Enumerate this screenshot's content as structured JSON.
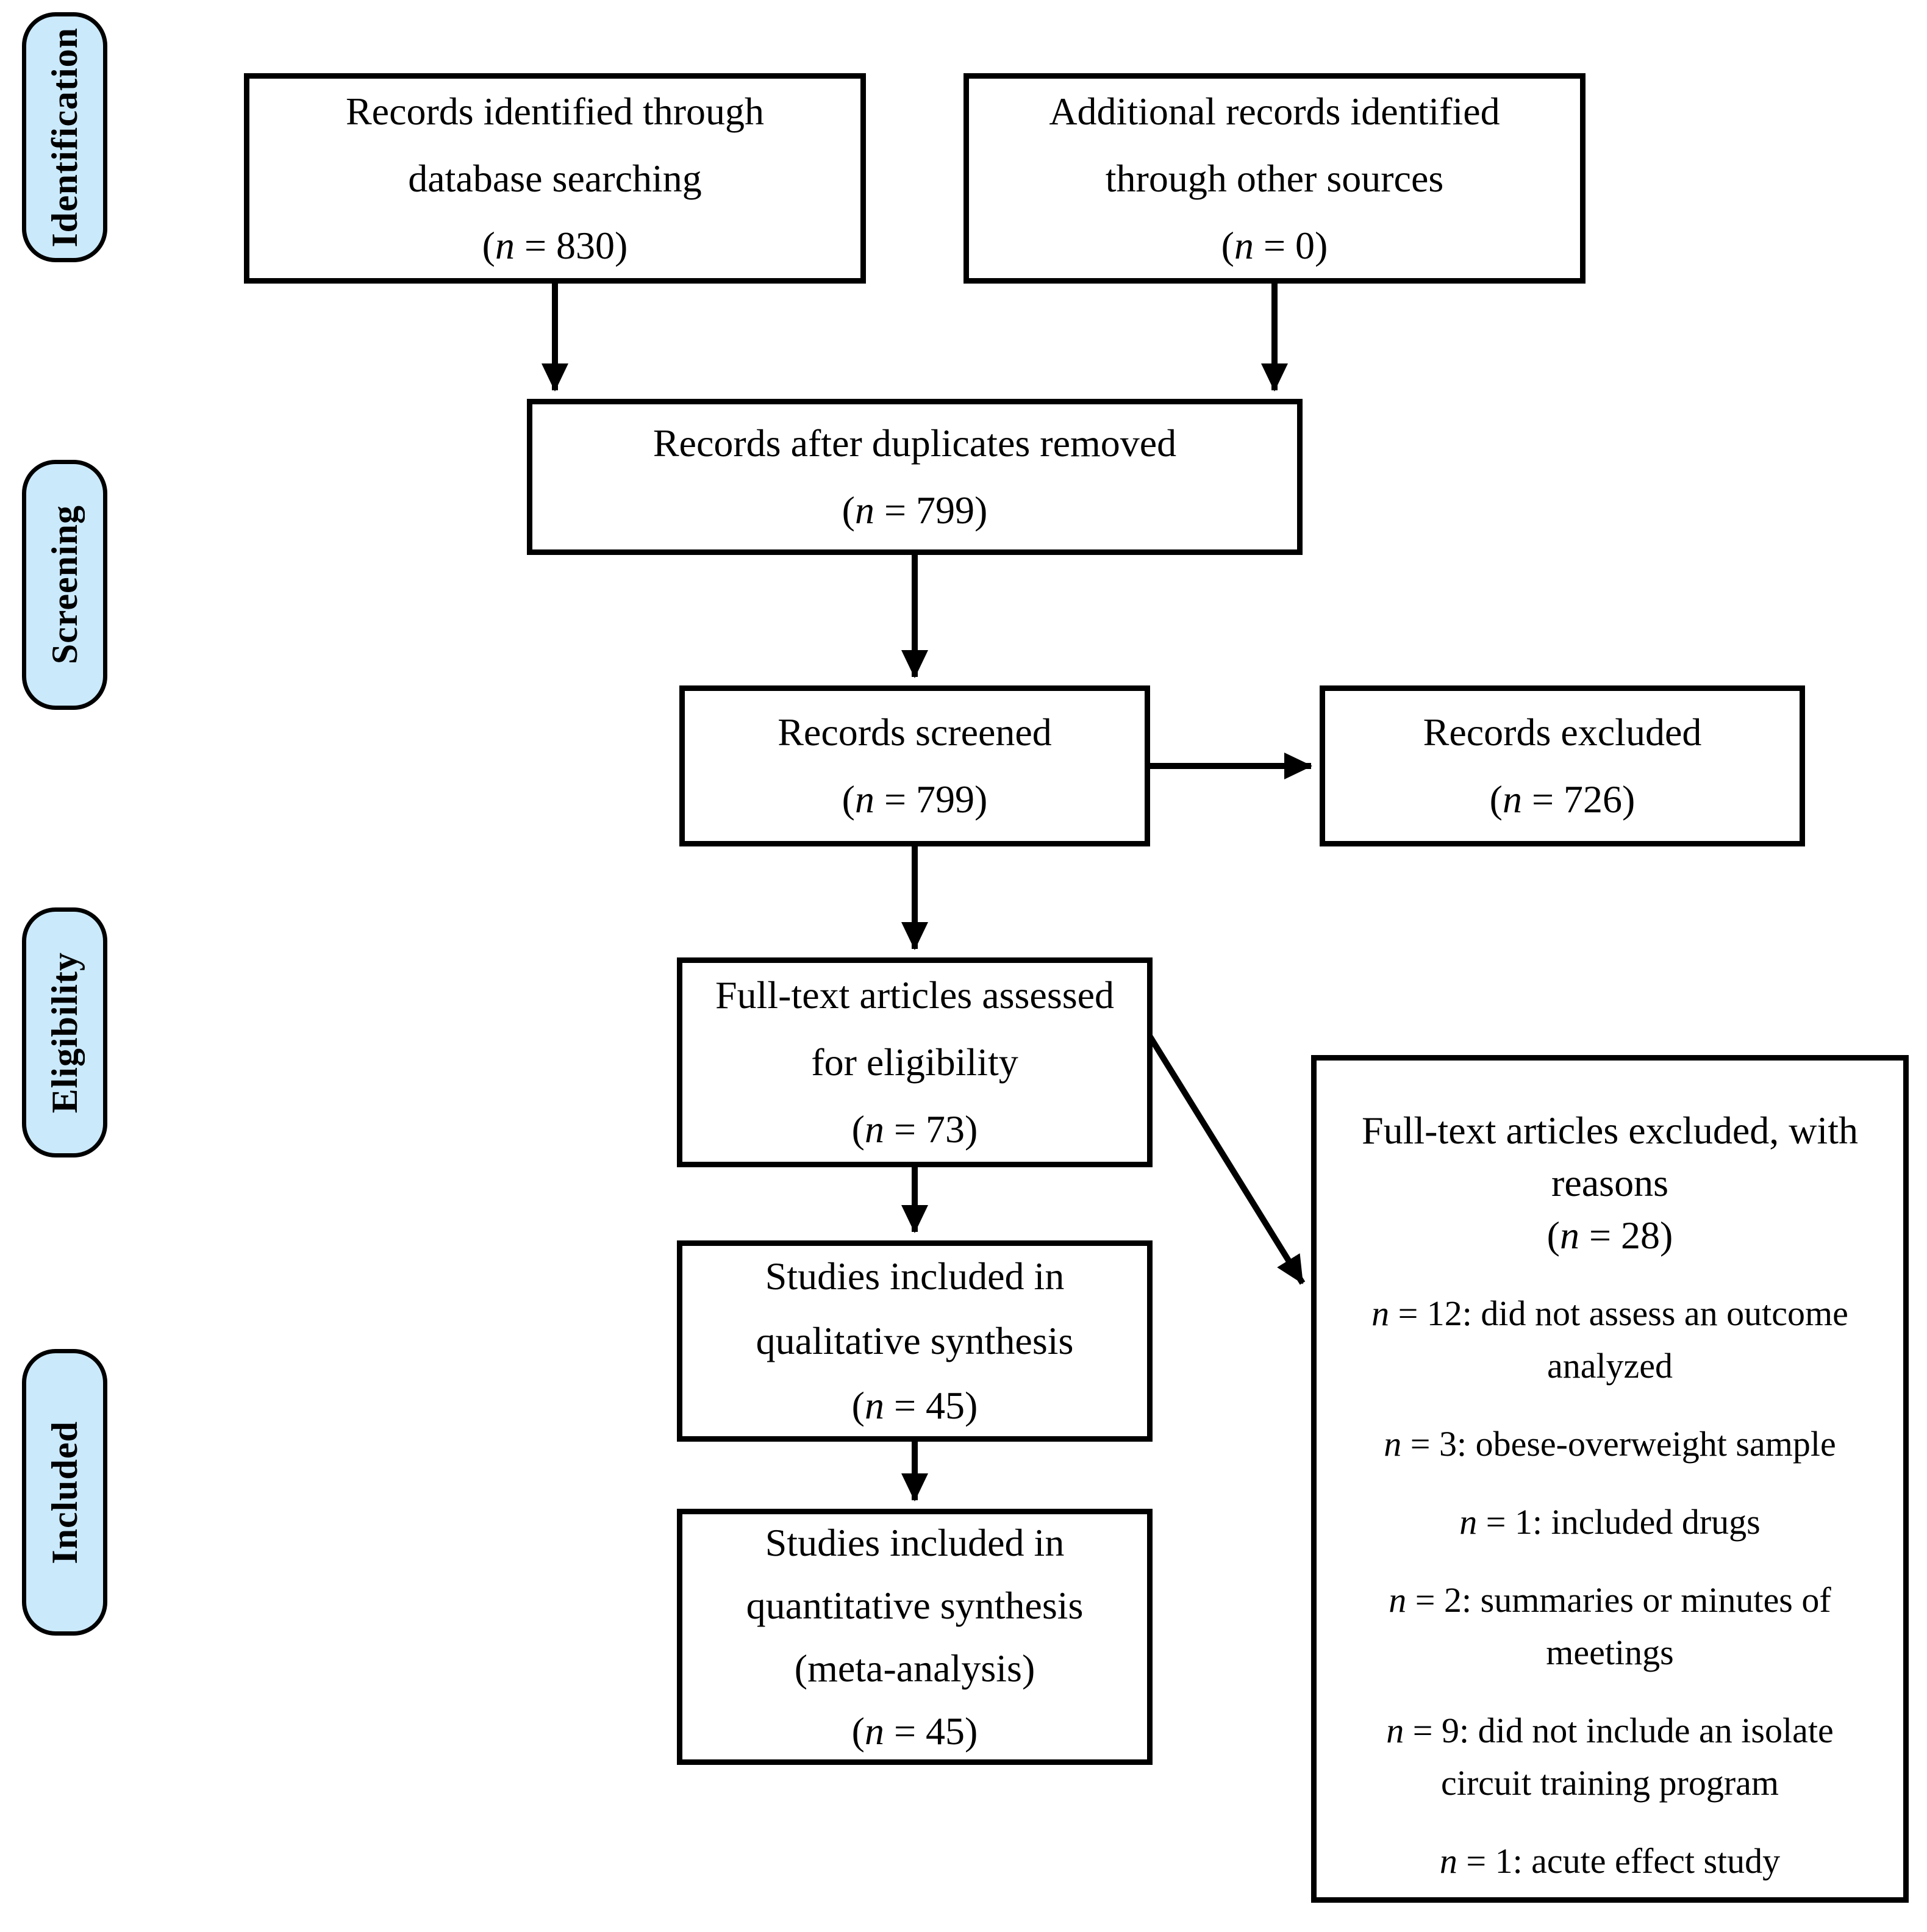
{
  "title": "PRISMA flow diagram",
  "colors": {
    "stage_fill": "#CAE9FB",
    "border": "#000000",
    "box_fill": "#FFFFFF"
  },
  "sidebar": {
    "labels": [
      {
        "id": "identification",
        "text": "Identification"
      },
      {
        "id": "screening",
        "text": "Screening"
      },
      {
        "id": "eligibility",
        "text": "Eligibility"
      },
      {
        "id": "included",
        "text": "Included"
      }
    ]
  },
  "boxes": {
    "identified": {
      "line1": "Records identified through",
      "line2": "database searching",
      "count": "(n = 830)"
    },
    "additional": {
      "line1": "Additional records identified",
      "line2": "through other sources",
      "count": "(n = 0)"
    },
    "duplicates": {
      "line1": "Records after duplicates removed",
      "count": "(n = 799)"
    },
    "screened": {
      "line1": "Records screened",
      "count": "(n = 799)"
    },
    "excluded": {
      "line1": "Records excluded",
      "count": "(n = 726)"
    },
    "fulltext": {
      "line1": "Full-text articles assessed",
      "line2": "for eligibility",
      "count": "(n = 73)"
    },
    "qualitative": {
      "line1": "Studies included in",
      "line2": "qualitative synthesis",
      "count": "(n = 45)"
    },
    "quantitative": {
      "line1": "Studies included in",
      "line2": "quantitative synthesis",
      "line3": "(meta-analysis)",
      "count": "(n = 45)"
    },
    "fulltext_excluded": {
      "title_line1": "Full-text articles excluded, with",
      "title_line2": "reasons",
      "count": "(n = 28)",
      "reasons": [
        "n = 12: did not assess an outcome analyzed",
        "n = 3: obese-overweight sample",
        "n = 1: included drugs",
        "n = 2: summaries or minutes of meetings",
        "n = 9: did not include an isolate circuit training program",
        "n = 1: acute effect study"
      ]
    }
  }
}
